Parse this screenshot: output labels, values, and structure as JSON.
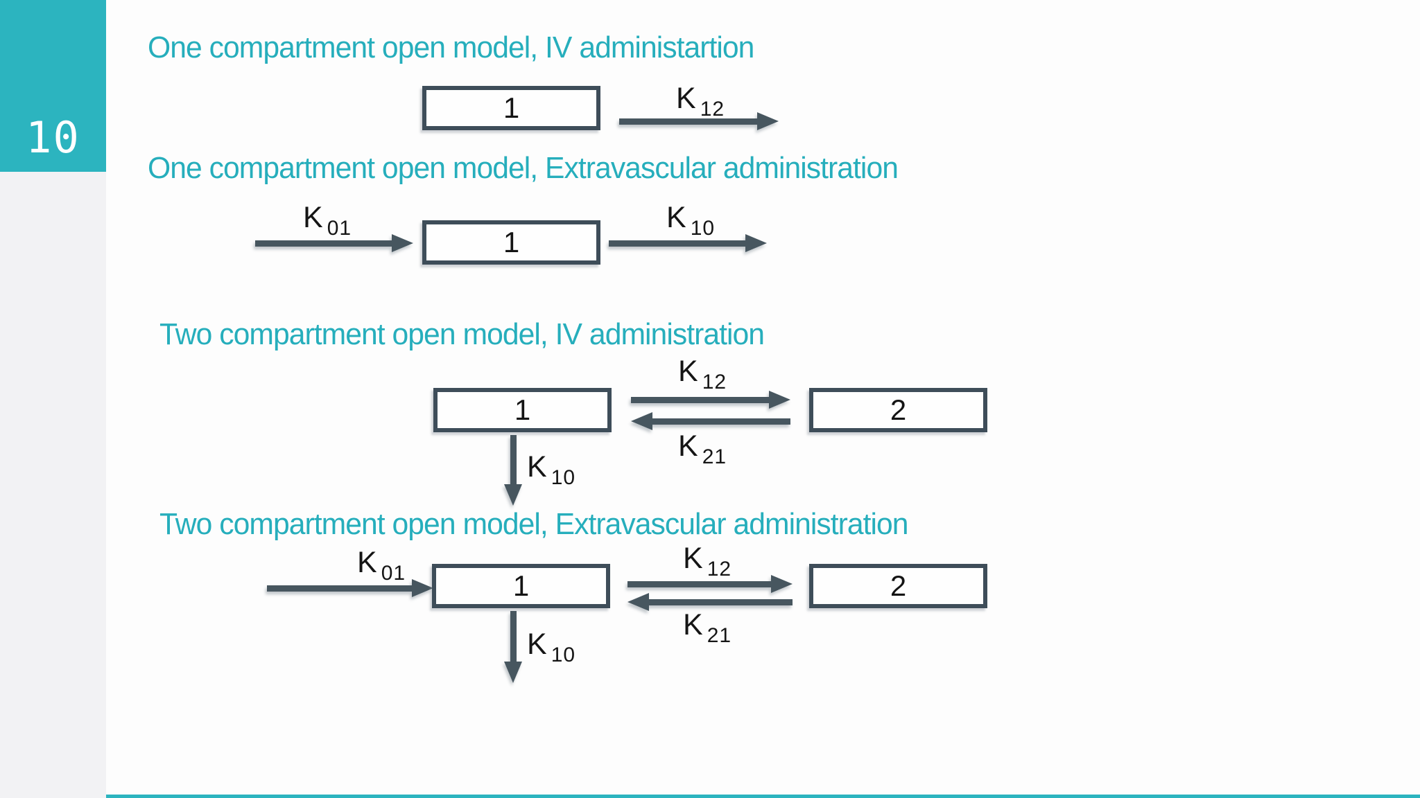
{
  "slide": {
    "number": "10",
    "accent_color": "#2cb4bf",
    "title_color": "#26aebc",
    "ink_color": "#47565f"
  },
  "diagrams": [
    {
      "title": "One compartment open model, IV administartion",
      "boxes": [
        {
          "label": "1"
        }
      ],
      "rates": [
        {
          "symbol": "K",
          "sub": "12"
        }
      ]
    },
    {
      "title": "One compartment open model, Extravascular administration",
      "boxes": [
        {
          "label": "1"
        }
      ],
      "rates": [
        {
          "symbol": "K",
          "sub": "01"
        },
        {
          "symbol": "K",
          "sub": "10"
        }
      ]
    },
    {
      "title": "Two compartment open model, IV administration",
      "boxes": [
        {
          "label": "1"
        },
        {
          "label": "2"
        }
      ],
      "rates": [
        {
          "symbol": "K",
          "sub": "12"
        },
        {
          "symbol": "K",
          "sub": "21"
        },
        {
          "symbol": "K",
          "sub": "10"
        }
      ]
    },
    {
      "title": "Two compartment open model, Extravascular administration",
      "boxes": [
        {
          "label": "1"
        },
        {
          "label": "2"
        }
      ],
      "rates": [
        {
          "symbol": "K",
          "sub": "01"
        },
        {
          "symbol": "K",
          "sub": "12"
        },
        {
          "symbol": "K",
          "sub": "21"
        },
        {
          "symbol": "K",
          "sub": "10"
        }
      ]
    }
  ]
}
